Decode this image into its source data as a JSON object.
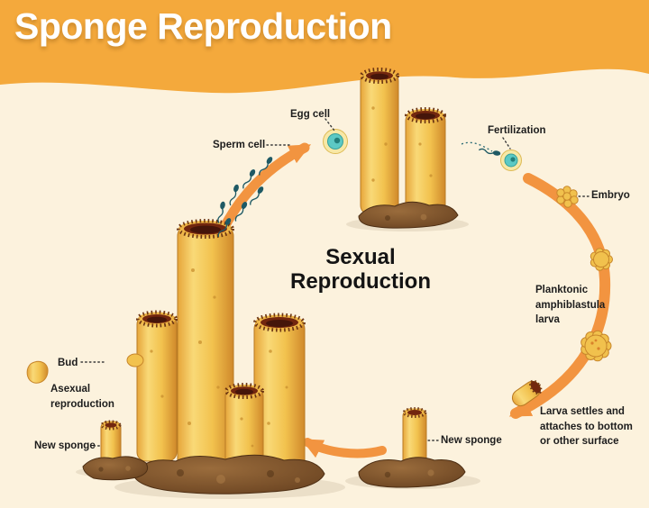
{
  "title": "Sponge Reproduction",
  "cycle": {
    "sexual_heading": "Sexual\nReproduction",
    "labels": {
      "egg_cell": "Egg cell",
      "sperm_cell": "Sperm cell",
      "fertilization": "Fertilization",
      "embryo": "Embryo",
      "planktonic_larva": "Planktonic\namphiblastula\nlarva",
      "larva_settles": "Larva settles and\nattaches to bottom\nor other surface",
      "new_sponge_sexual": "New sponge",
      "bud": "Bud",
      "asexual_reproduction": "Asexual\nreproduction",
      "new_sponge_asexual": "New sponge"
    }
  },
  "colors": {
    "header_banner": "#F4A93C",
    "background": "#FCF2DD",
    "arrow_orange": "#F29440",
    "sponge_yellow": "#F2C24E",
    "sponge_opening": "#73270F",
    "ground_brown": "#6B4320",
    "cell_teal": "#5CC9C4",
    "sperm_teal": "#1E5964",
    "title_text": "#FFFFFF",
    "label_text": "#1D1D1D"
  }
}
